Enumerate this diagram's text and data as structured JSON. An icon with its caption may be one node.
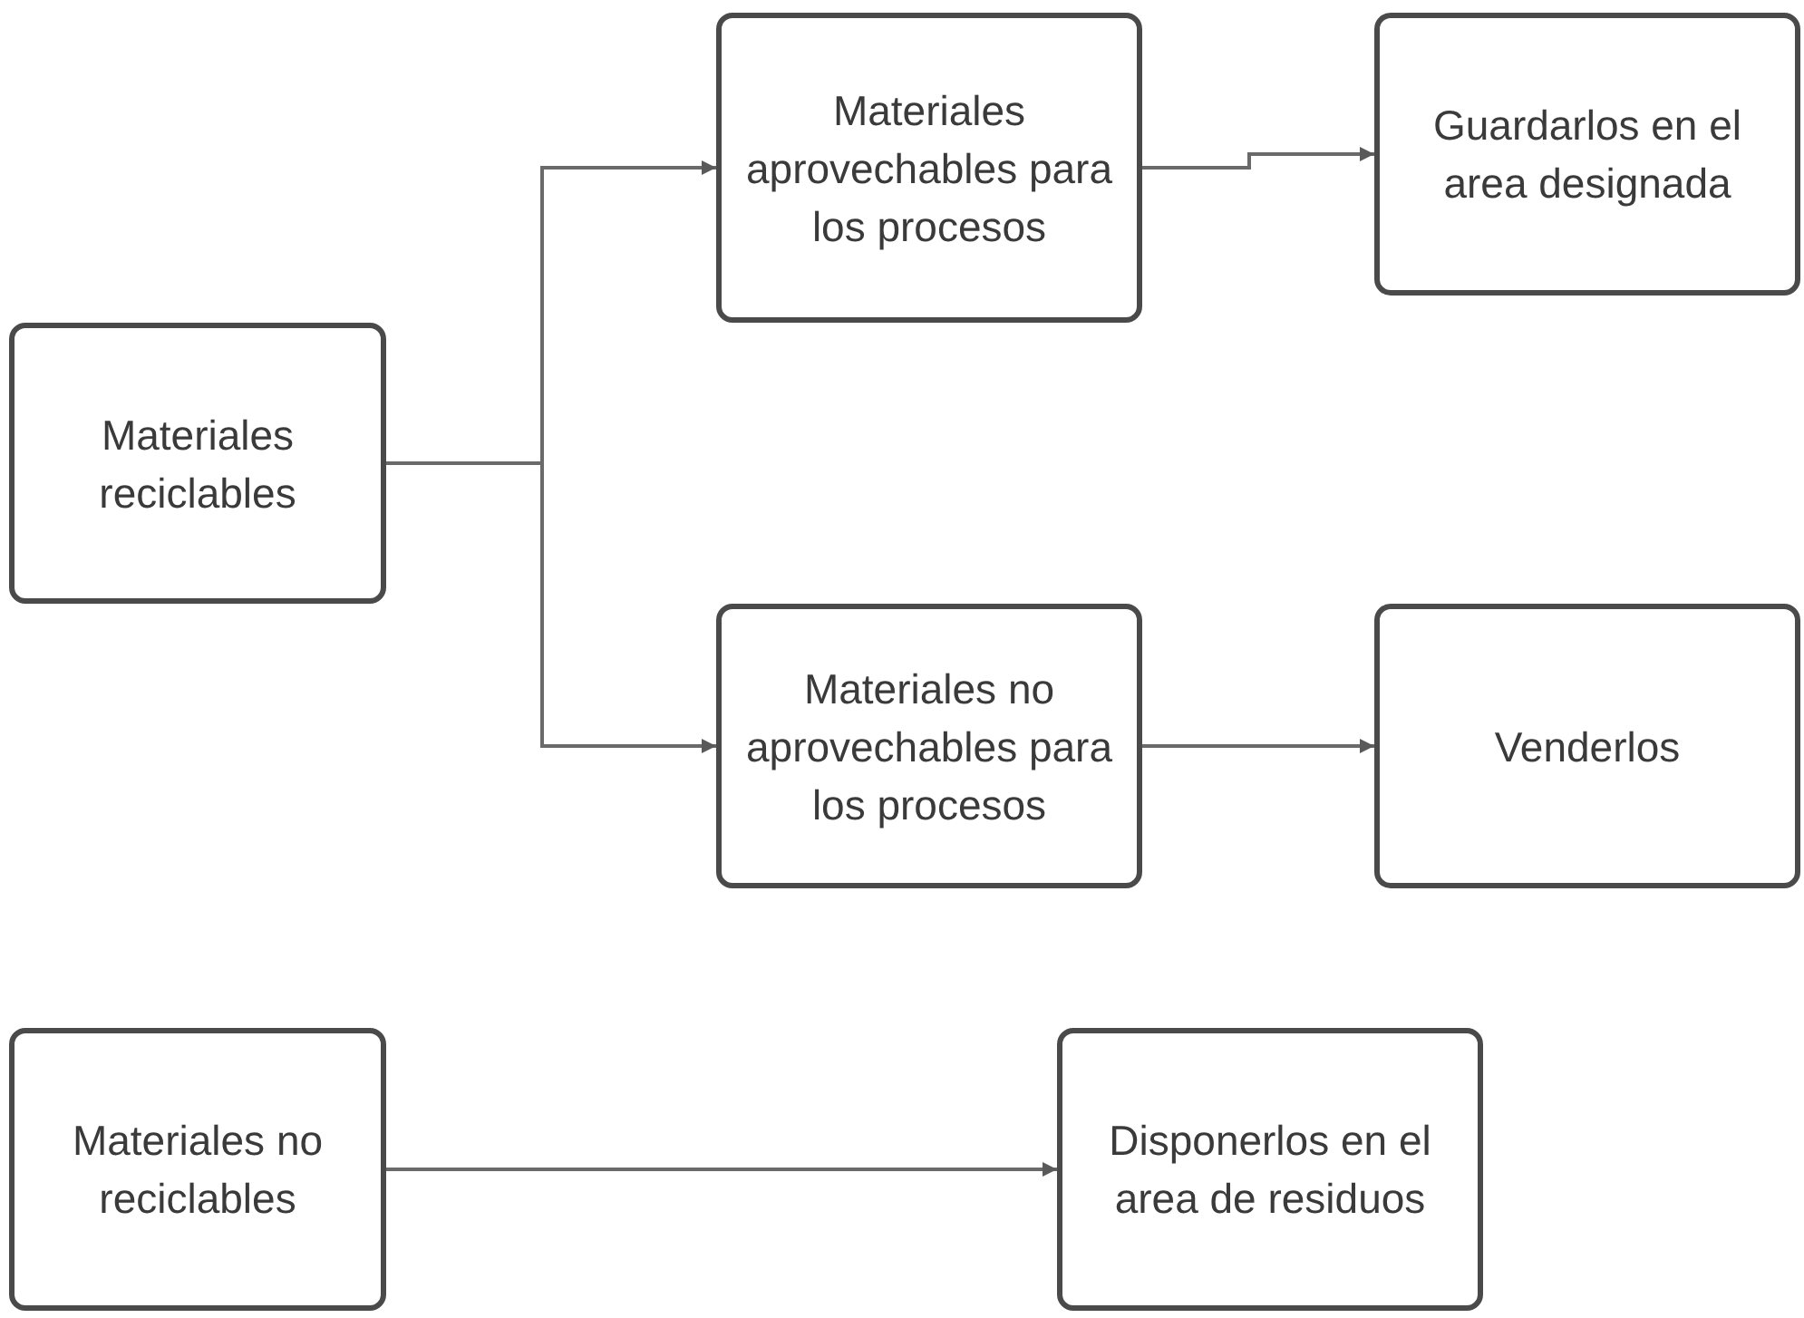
{
  "diagram": {
    "nodes": [
      {
        "text": [
          "Materiales reciclables"
        ]
      },
      {
        "text": [
          "Materiales aprovechables para los procesos"
        ]
      },
      {
        "text": [
          "Guardarlos en el area designada"
        ]
      },
      {
        "text": [
          "Materiales no aprovechables para los procesos"
        ]
      },
      {
        "text": [
          "Venderlos"
        ]
      },
      {
        "text": [
          "Materiales no reciclables"
        ]
      },
      {
        "text": [
          "Disponerlos en el area de residuos"
        ]
      }
    ],
    "edges": [
      {
        "from": 0,
        "to": 1,
        "arrow": "to"
      },
      {
        "from": 0,
        "to": 3,
        "arrow": "to"
      },
      {
        "from": 1,
        "to": 2,
        "arrow": "to"
      },
      {
        "from": 3,
        "to": 4,
        "arrow": "to"
      },
      {
        "from": 5,
        "to": 6,
        "arrow": "to"
      }
    ]
  }
}
